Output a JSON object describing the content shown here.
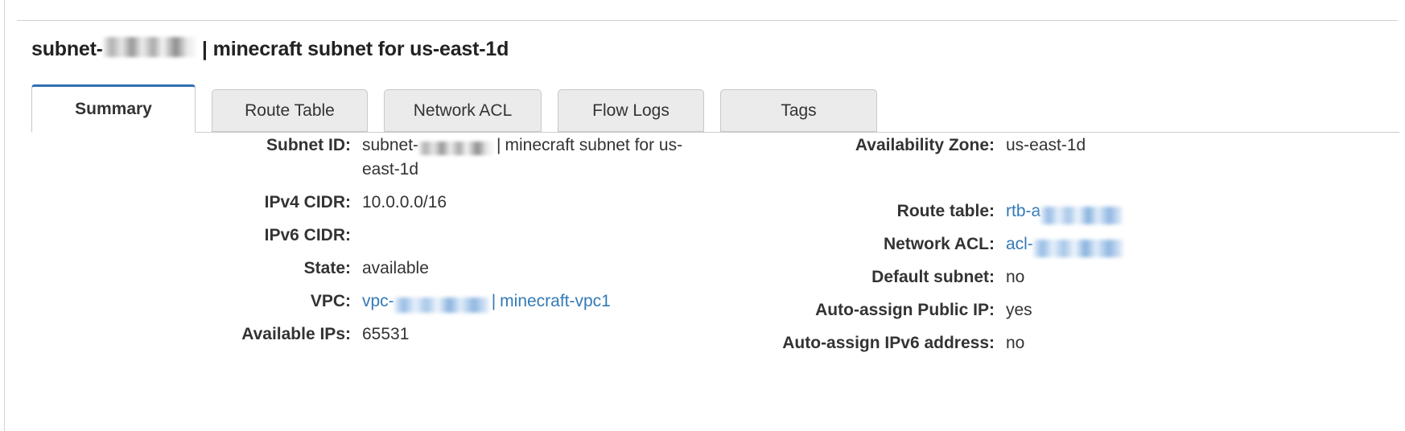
{
  "panel": {
    "title": {
      "prefix": "subnet-",
      "redacted_id": "",
      "separator": "|",
      "name": "minecraft subnet for us-east-1d"
    }
  },
  "tabs": [
    {
      "label": "Summary",
      "active": true
    },
    {
      "label": "Route Table",
      "active": false
    },
    {
      "label": "Network ACL",
      "active": false
    },
    {
      "label": "Flow Logs",
      "active": false
    },
    {
      "label": "Tags",
      "active": false
    }
  ],
  "summary": {
    "left": [
      {
        "label": "Subnet ID:",
        "prefix": "subnet-",
        "redacted": true,
        "separator": "|",
        "suffix": "minecraft subnet for us-east-1d",
        "link": false
      },
      {
        "label": "IPv4 CIDR:",
        "value": "10.0.0.0/16"
      },
      {
        "label": "IPv6 CIDR:",
        "value": ""
      },
      {
        "label": "State:",
        "value": "available"
      },
      {
        "label": "VPC:",
        "prefix": "vpc-",
        "redacted": true,
        "separator": "|",
        "suffix": "minecraft-vpc1",
        "link": true
      },
      {
        "label": "Available IPs:",
        "value": "65531"
      }
    ],
    "right": [
      {
        "label": "Availability Zone:",
        "value": "us-east-1d"
      },
      {
        "label": "Route table:",
        "prefix": "rtb-a",
        "redacted": true,
        "link": true
      },
      {
        "label": "Network ACL:",
        "prefix": "acl-",
        "redacted": true,
        "link": true
      },
      {
        "label": "Default subnet:",
        "value": "no"
      },
      {
        "label": "Auto-assign Public IP:",
        "value": "yes"
      },
      {
        "label": "Auto-assign IPv6 address:",
        "value": "no"
      }
    ]
  },
  "colors": {
    "accent": "#2f6fb5",
    "link": "#337ab7",
    "tab_inactive_bg": "#ebebeb",
    "border": "#c8c8c8",
    "text": "#333333"
  }
}
